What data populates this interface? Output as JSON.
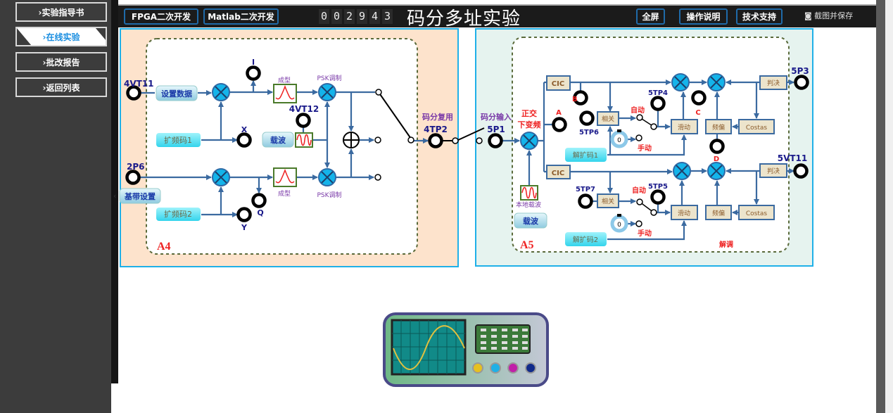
{
  "sidebar": {
    "items": [
      {
        "label": "›实验指导书"
      },
      {
        "label": "›在线实验",
        "active": true
      },
      {
        "label": "›批改报告"
      },
      {
        "label": "›返回列表"
      }
    ]
  },
  "topbar": {
    "fpga": "FPGA二次开发",
    "matlab": "Matlab二次开发",
    "counter": [
      "0",
      "0",
      "2",
      "9",
      "4",
      "3"
    ],
    "title": "码分多址实验",
    "fullscreen": "全屏",
    "manual": "操作说明",
    "support": "技术支持",
    "screenshot": "截图并保存"
  },
  "a4": {
    "label": "A4",
    "tp_4vt11": "4VT11",
    "set_data": "设置数据",
    "I": "I",
    "shaping1": "成型",
    "psk1": "PSK调制",
    "code1": "扩频码1",
    "X": "X",
    "tp_4vt12": "4VT12",
    "carrier": "载波",
    "tp_2p6": "2P6",
    "baseband": "基带设置",
    "shaping2": "成型",
    "psk2": "PSK调制",
    "Q": "Q",
    "Y": "Y",
    "code2": "扩频码2",
    "mux": "码分复用",
    "tp_4tp2": "4TP2"
  },
  "a5": {
    "label": "A5",
    "input": "码分输入",
    "tp_5p1": "5P1",
    "downconv1": "正交",
    "downconv2": "下变频",
    "local_carrier": "本地载波",
    "carrier": "载波",
    "A": "A",
    "B": "B",
    "C": "C",
    "D": "D",
    "cic": "CIC",
    "corr": "相关",
    "auto": "自动",
    "manual": "手动",
    "slide": "滑动",
    "freq": "频偏",
    "costas": "Costas",
    "decide": "判决",
    "tp_5p3": "5P3",
    "tp_5vt11": "5VT11",
    "tp_5tp4": "5TP4",
    "tp_5tp5": "5TP5",
    "tp_5tp6": "5TP6",
    "tp_5tp7": "5TP7",
    "despread1": "解扩码1",
    "despread2": "解扩码2",
    "knob1": "0",
    "knob2": "0",
    "demod": "解调"
  },
  "colors": {
    "accent": "#1fb0e8",
    "line": "#3b6aa0",
    "mixer": "#14b4ea",
    "red": "#ee2222",
    "navy": "#1a1a8a",
    "purple": "#7a3aa8"
  }
}
